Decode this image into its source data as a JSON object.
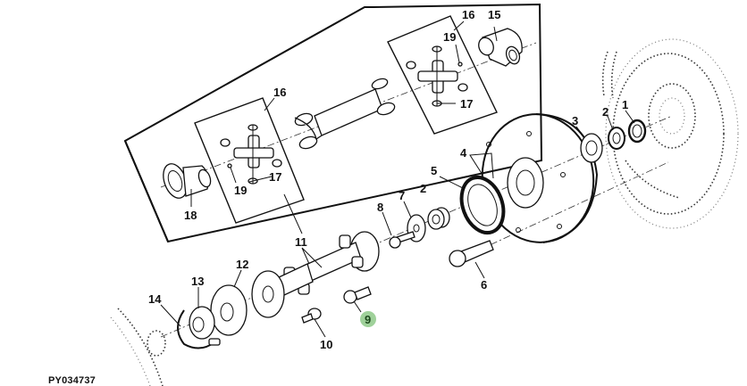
{
  "figure": {
    "id": "PY034737",
    "type": "exploded parts diagram",
    "subject": "Drive shaft / coupler assembly with flywheel",
    "highlight_color": "#9fd19a",
    "highlighted_callout": "9"
  },
  "callouts": {
    "c1": "1",
    "c2a": "2",
    "c2b": "2",
    "c3": "3",
    "c4": "4",
    "c5": "5",
    "c6": "6",
    "c7": "7",
    "c8": "8",
    "c9": "9",
    "c10": "10",
    "c11": "11",
    "c12": "12",
    "c13": "13",
    "c14": "14",
    "c15": "15",
    "c16a": "16",
    "c16b": "16",
    "c17a": "17",
    "c17b": "17",
    "c18": "18",
    "c19a": "19",
    "c19b": "19"
  }
}
